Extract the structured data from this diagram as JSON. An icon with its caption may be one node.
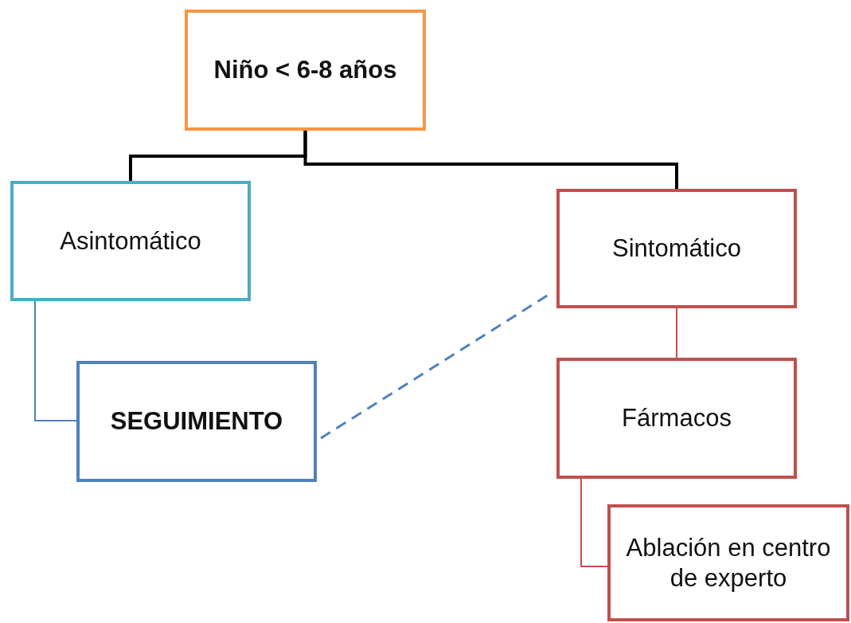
{
  "diagram": {
    "nodes": [
      {
        "text": [
          "Niño < 6-8 años"
        ]
      },
      {
        "text": [
          "Asintomático"
        ]
      },
      {
        "text": [
          "Sintomático"
        ]
      },
      {
        "text": [
          "SEGUIMIENTO"
        ]
      },
      {
        "text": [
          "Fármacos"
        ]
      },
      {
        "text": [
          "Ablación en centro de experto"
        ]
      }
    ],
    "edges": [
      {
        "from": 0,
        "to": 1,
        "arrow": "none",
        "style": "thick",
        "color": "#000000"
      },
      {
        "from": 0,
        "to": 2,
        "arrow": "none",
        "style": "thick",
        "color": "#000000"
      },
      {
        "from": 1,
        "to": 3,
        "arrow": "none",
        "color": "#4f81bd"
      },
      {
        "from": 3,
        "to": 2,
        "arrow": "none",
        "style": "dashed",
        "color": "#4f81bd"
      },
      {
        "from": 2,
        "to": 4,
        "arrow": "none",
        "color": "#c0504d"
      },
      {
        "from": 4,
        "to": 5,
        "arrow": "none",
        "color": "#c0504d"
      }
    ]
  }
}
